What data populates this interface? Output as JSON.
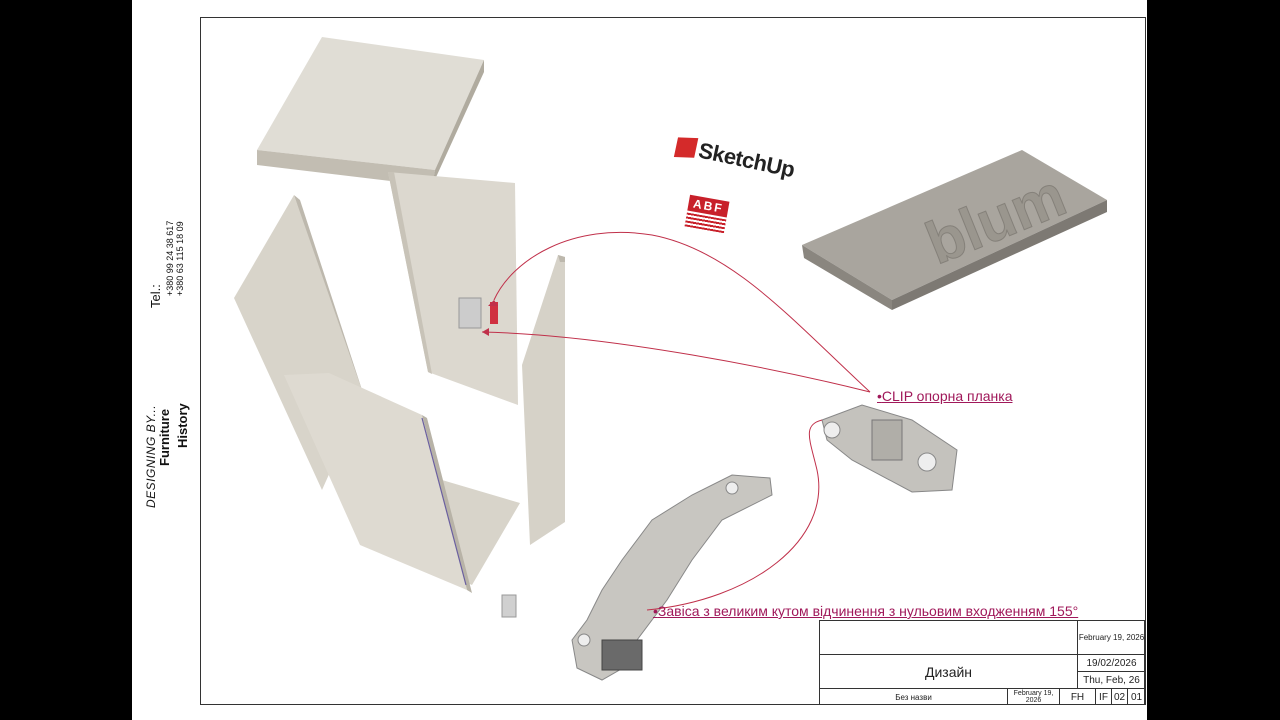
{
  "sidebar": {
    "tel_label": "Tel.:",
    "phone1": "+380 99 24 38 617",
    "phone2": "+380 63 115 18 09",
    "designing": "DESIGNING BY...",
    "brand_line1": "Furniture",
    "brand_line2": "History"
  },
  "logos": {
    "sketchup": "SketchUp",
    "abf": "ABF",
    "blum_icon": "blum-cover-cap-icon"
  },
  "callouts": {
    "clip": "CLIP опорна планка",
    "hinge": "Завіса з великим кутом відчинення з нульовим входженням 155°"
  },
  "titleblock": {
    "date_long": "February 19, 2026",
    "title": "Дизайн",
    "date_short": "19/02/2026",
    "date_weekday": "Thu, Feb, 26",
    "name": "Без назви",
    "date_small": "February 19, 2026",
    "code1": "FH",
    "code2": "IF",
    "sheet_no": "02",
    "sheet_total": "01"
  },
  "colors": {
    "panel": "#dcd8cf",
    "panel_edge": "#bdb8ad",
    "callout": "#a0185a",
    "leader": "#c0304a"
  }
}
